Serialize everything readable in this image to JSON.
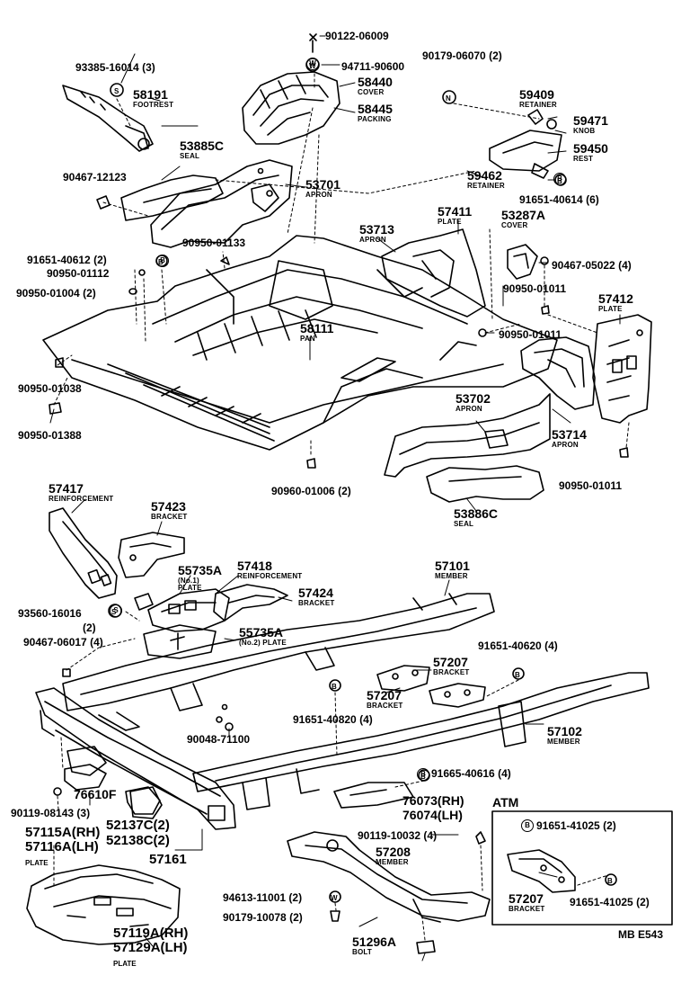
{
  "diagram": {
    "code": "MB E543",
    "atm_label": "ATM",
    "callouts": {
      "c01": {
        "pn": "90122-06009",
        "name": ""
      },
      "c02": {
        "pn": "94711-90600",
        "name": "",
        "sym": "W"
      },
      "c03": {
        "pn": "90179-06070 (2)",
        "name": ""
      },
      "c04": {
        "pn": "93385-16014 (3)",
        "name": ""
      },
      "c05": {
        "pn": "58440",
        "name": "COVER"
      },
      "c06": {
        "pn": "58445",
        "name": "PACKING"
      },
      "c07": {
        "pn": "58191",
        "name": "FOOTREST"
      },
      "c08": {
        "pn": "59409",
        "name": "RETAINER"
      },
      "c09": {
        "pn": "59471",
        "name": "KNOB"
      },
      "c10": {
        "pn": "59450",
        "name": "REST"
      },
      "c11": {
        "pn": "53885C",
        "name": "SEAL"
      },
      "c12": {
        "pn": "90467-12123",
        "name": ""
      },
      "c13": {
        "pn": "53701",
        "name": "APRON"
      },
      "c14": {
        "pn": "59462",
        "name": "RETAINER"
      },
      "c15": {
        "pn": "91651-40614 (6)",
        "name": "",
        "sym": "B"
      },
      "c16": {
        "pn": "57411",
        "name": "PLATE"
      },
      "c17": {
        "pn": "53713",
        "name": "APRON"
      },
      "c18": {
        "pn": "53287A",
        "name": "COVER"
      },
      "c19": {
        "pn": "90950-01133",
        "name": ""
      },
      "c20": {
        "pn": "91651-40612 (2)",
        "name": "",
        "sym": "B"
      },
      "c21": {
        "pn": "90950-01112",
        "name": ""
      },
      "c22": {
        "pn": "90467-05022 (4)",
        "name": ""
      },
      "c23": {
        "pn": "90950-01004 (2)",
        "name": ""
      },
      "c24": {
        "pn": "90950-01011",
        "name": ""
      },
      "c25": {
        "pn": "57412",
        "name": "PLATE"
      },
      "c26": {
        "pn": "58111",
        "name": "PAN"
      },
      "c27": {
        "pn": "90950-01011",
        "name": ""
      },
      "c28": {
        "pn": "90950-01038",
        "name": ""
      },
      "c29": {
        "pn": "53702",
        "name": "APRON"
      },
      "c30": {
        "pn": "90950-01388",
        "name": ""
      },
      "c31": {
        "pn": "53714",
        "name": "APRON"
      },
      "c32": {
        "pn": "90960-01006 (2)",
        "name": ""
      },
      "c33": {
        "pn": "90950-01011",
        "name": ""
      },
      "c34": {
        "pn": "53886C",
        "name": "SEAL"
      },
      "c35": {
        "pn": "57417",
        "name": "REINFORCEMENT"
      },
      "c36": {
        "pn": "57423",
        "name": "BRACKET"
      },
      "c37": {
        "pn": "57418",
        "name": "REINFORCEMENT"
      },
      "c38": {
        "pn": "57101",
        "name": "MEMBER"
      },
      "c39": {
        "pn": "55735A",
        "name": "(No.1) PLATE"
      },
      "c40": {
        "pn": "57424",
        "name": "BRACKET"
      },
      "c41": {
        "pn": "93560-16016",
        "name": "(2)",
        "sym": "S"
      },
      "c42": {
        "pn": "55735A",
        "name": "(No.2) PLATE"
      },
      "c43": {
        "pn": "90467-06017 (4)",
        "name": ""
      },
      "c44": {
        "pn": "91651-40620 (4)",
        "name": ""
      },
      "c45": {
        "pn": "57207",
        "name": "BRACKET"
      },
      "c46": {
        "pn": "57207",
        "name": "BRACKET"
      },
      "c47": {
        "pn": "91651-40820 (4)",
        "name": ""
      },
      "c48": {
        "pn": "90048-71100",
        "name": ""
      },
      "c49": {
        "pn": "57102",
        "name": "MEMBER"
      },
      "c50": {
        "pn": "76610F",
        "name": ""
      },
      "c51": {
        "pn": "91665-40616 (4)",
        "name": "",
        "sym": "B"
      },
      "c52": {
        "pn": "90119-08143 (3)",
        "name": ""
      },
      "c53": {
        "pn": "76073(RH)",
        "name": ""
      },
      "c54": {
        "pn": "76074(LH)",
        "name": ""
      },
      "c55": {
        "pn": "57115A(RH)",
        "name": ""
      },
      "c56": {
        "pn": "57116A(LH)",
        "name": "PLATE"
      },
      "c57": {
        "pn": "52137C(2)",
        "name": ""
      },
      "c58": {
        "pn": "52138C(2)",
        "name": ""
      },
      "c59": {
        "pn": "57161",
        "name": ""
      },
      "c60": {
        "pn": "90119-10032 (4)",
        "name": ""
      },
      "c61": {
        "pn": "57208",
        "name": "MEMBER"
      },
      "c62": {
        "pn": "91651-41025 (2)",
        "name": "",
        "sym": "B"
      },
      "c63": {
        "pn": "57207",
        "name": "BRACKET"
      },
      "c64": {
        "pn": "91651-41025 (2)",
        "name": ""
      },
      "c65": {
        "pn": "94613-11001 (2)",
        "name": ""
      },
      "c66": {
        "pn": "90179-10078 (2)",
        "name": ""
      },
      "c67": {
        "pn": "57119A(RH)",
        "name": ""
      },
      "c68": {
        "pn": "57129A(LH)",
        "name": "PLATE"
      },
      "c69": {
        "pn": "51296A",
        "name": "BOLT"
      }
    }
  }
}
